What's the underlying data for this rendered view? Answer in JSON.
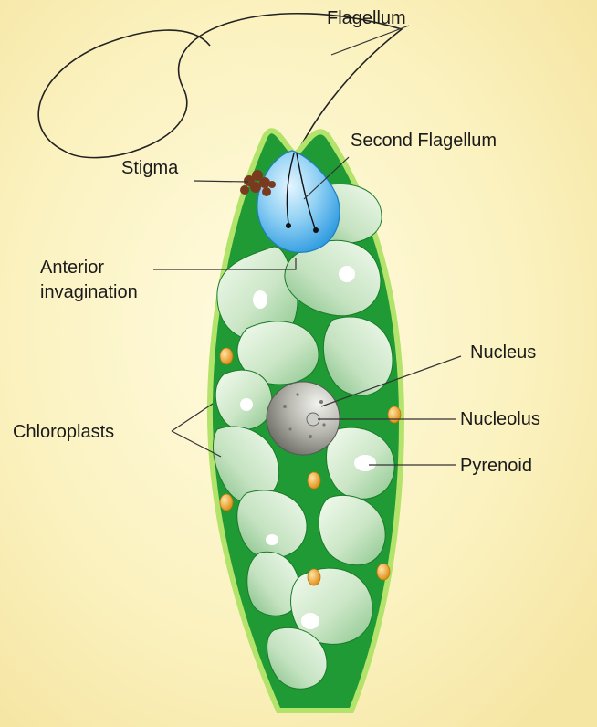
{
  "labels": {
    "flagellum": "Flagellum",
    "second_flagellum": "Second Flagellum",
    "stigma": "Stigma",
    "anterior_line1": "Anterior",
    "anterior_line2": "invagination",
    "nucleus": "Nucleus",
    "nucleolus": "Nucleolus",
    "chloroplasts": "Chloroplasts",
    "pyrenoid": "Pyrenoid"
  },
  "colors": {
    "background": "#fbf1b9",
    "cell_body": "#1f9a34",
    "cell_outline": "#b3e36a",
    "chloroplast_fill": "#d6ecd4",
    "reservoir": "#5fb8ea",
    "stigma": "#7a3a1e",
    "paramylon": "#f0a02a",
    "nucleus": "#a8a8a0"
  }
}
